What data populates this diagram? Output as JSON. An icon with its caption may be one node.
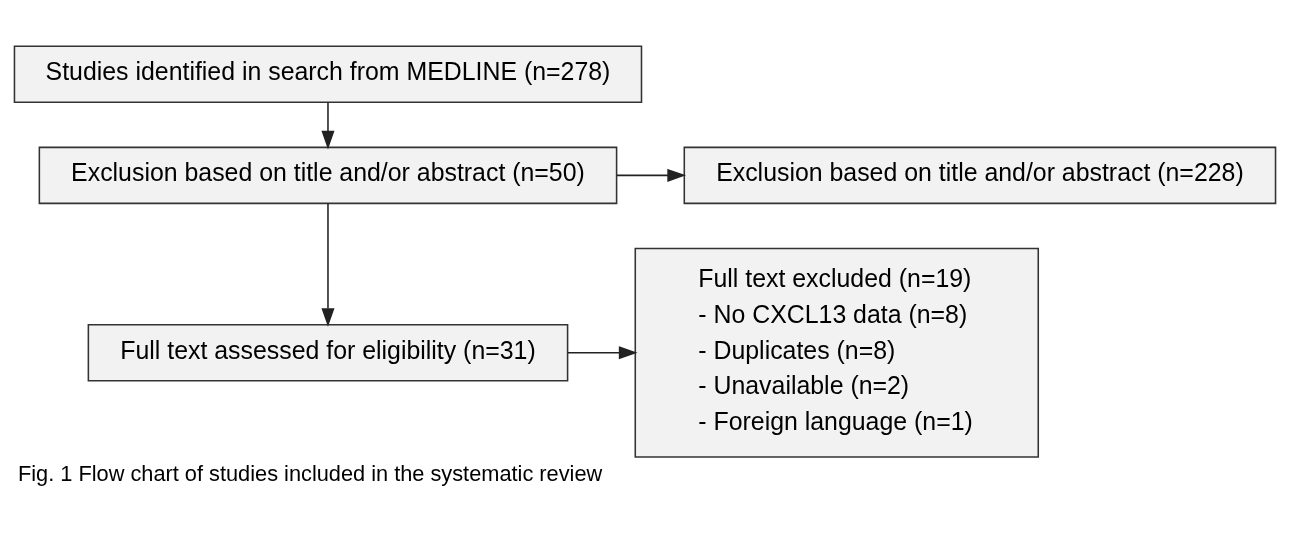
{
  "diagram": {
    "caption": "Fig. 1 Flow chart of studies included in the systematic review",
    "nodes": [
      {
        "text": [
          "Studies identified in search from MEDLINE (n=278)"
        ]
      },
      {
        "text": [
          "Exclusion based on title and/or abstract (n=50)"
        ]
      },
      {
        "text": [
          "Exclusion based on title and/or abstract (n=228)"
        ]
      },
      {
        "text": [
          "Full text assessed for eligibility (n=31)"
        ]
      },
      {
        "text": [
          "Full text excluded (n=19)",
          "- No CXCL13 data (n=8)",
          "- Duplicates (n=8)",
          "- Unavailable (n=2)",
          "- Foreign language (n=1)"
        ]
      }
    ],
    "edges": [
      {
        "from": 0,
        "to": 1,
        "arrow": "to"
      },
      {
        "from": 1,
        "to": 2,
        "arrow": "to"
      },
      {
        "from": 1,
        "to": 3,
        "arrow": "to"
      },
      {
        "from": 3,
        "to": 4,
        "arrow": "to"
      }
    ]
  }
}
